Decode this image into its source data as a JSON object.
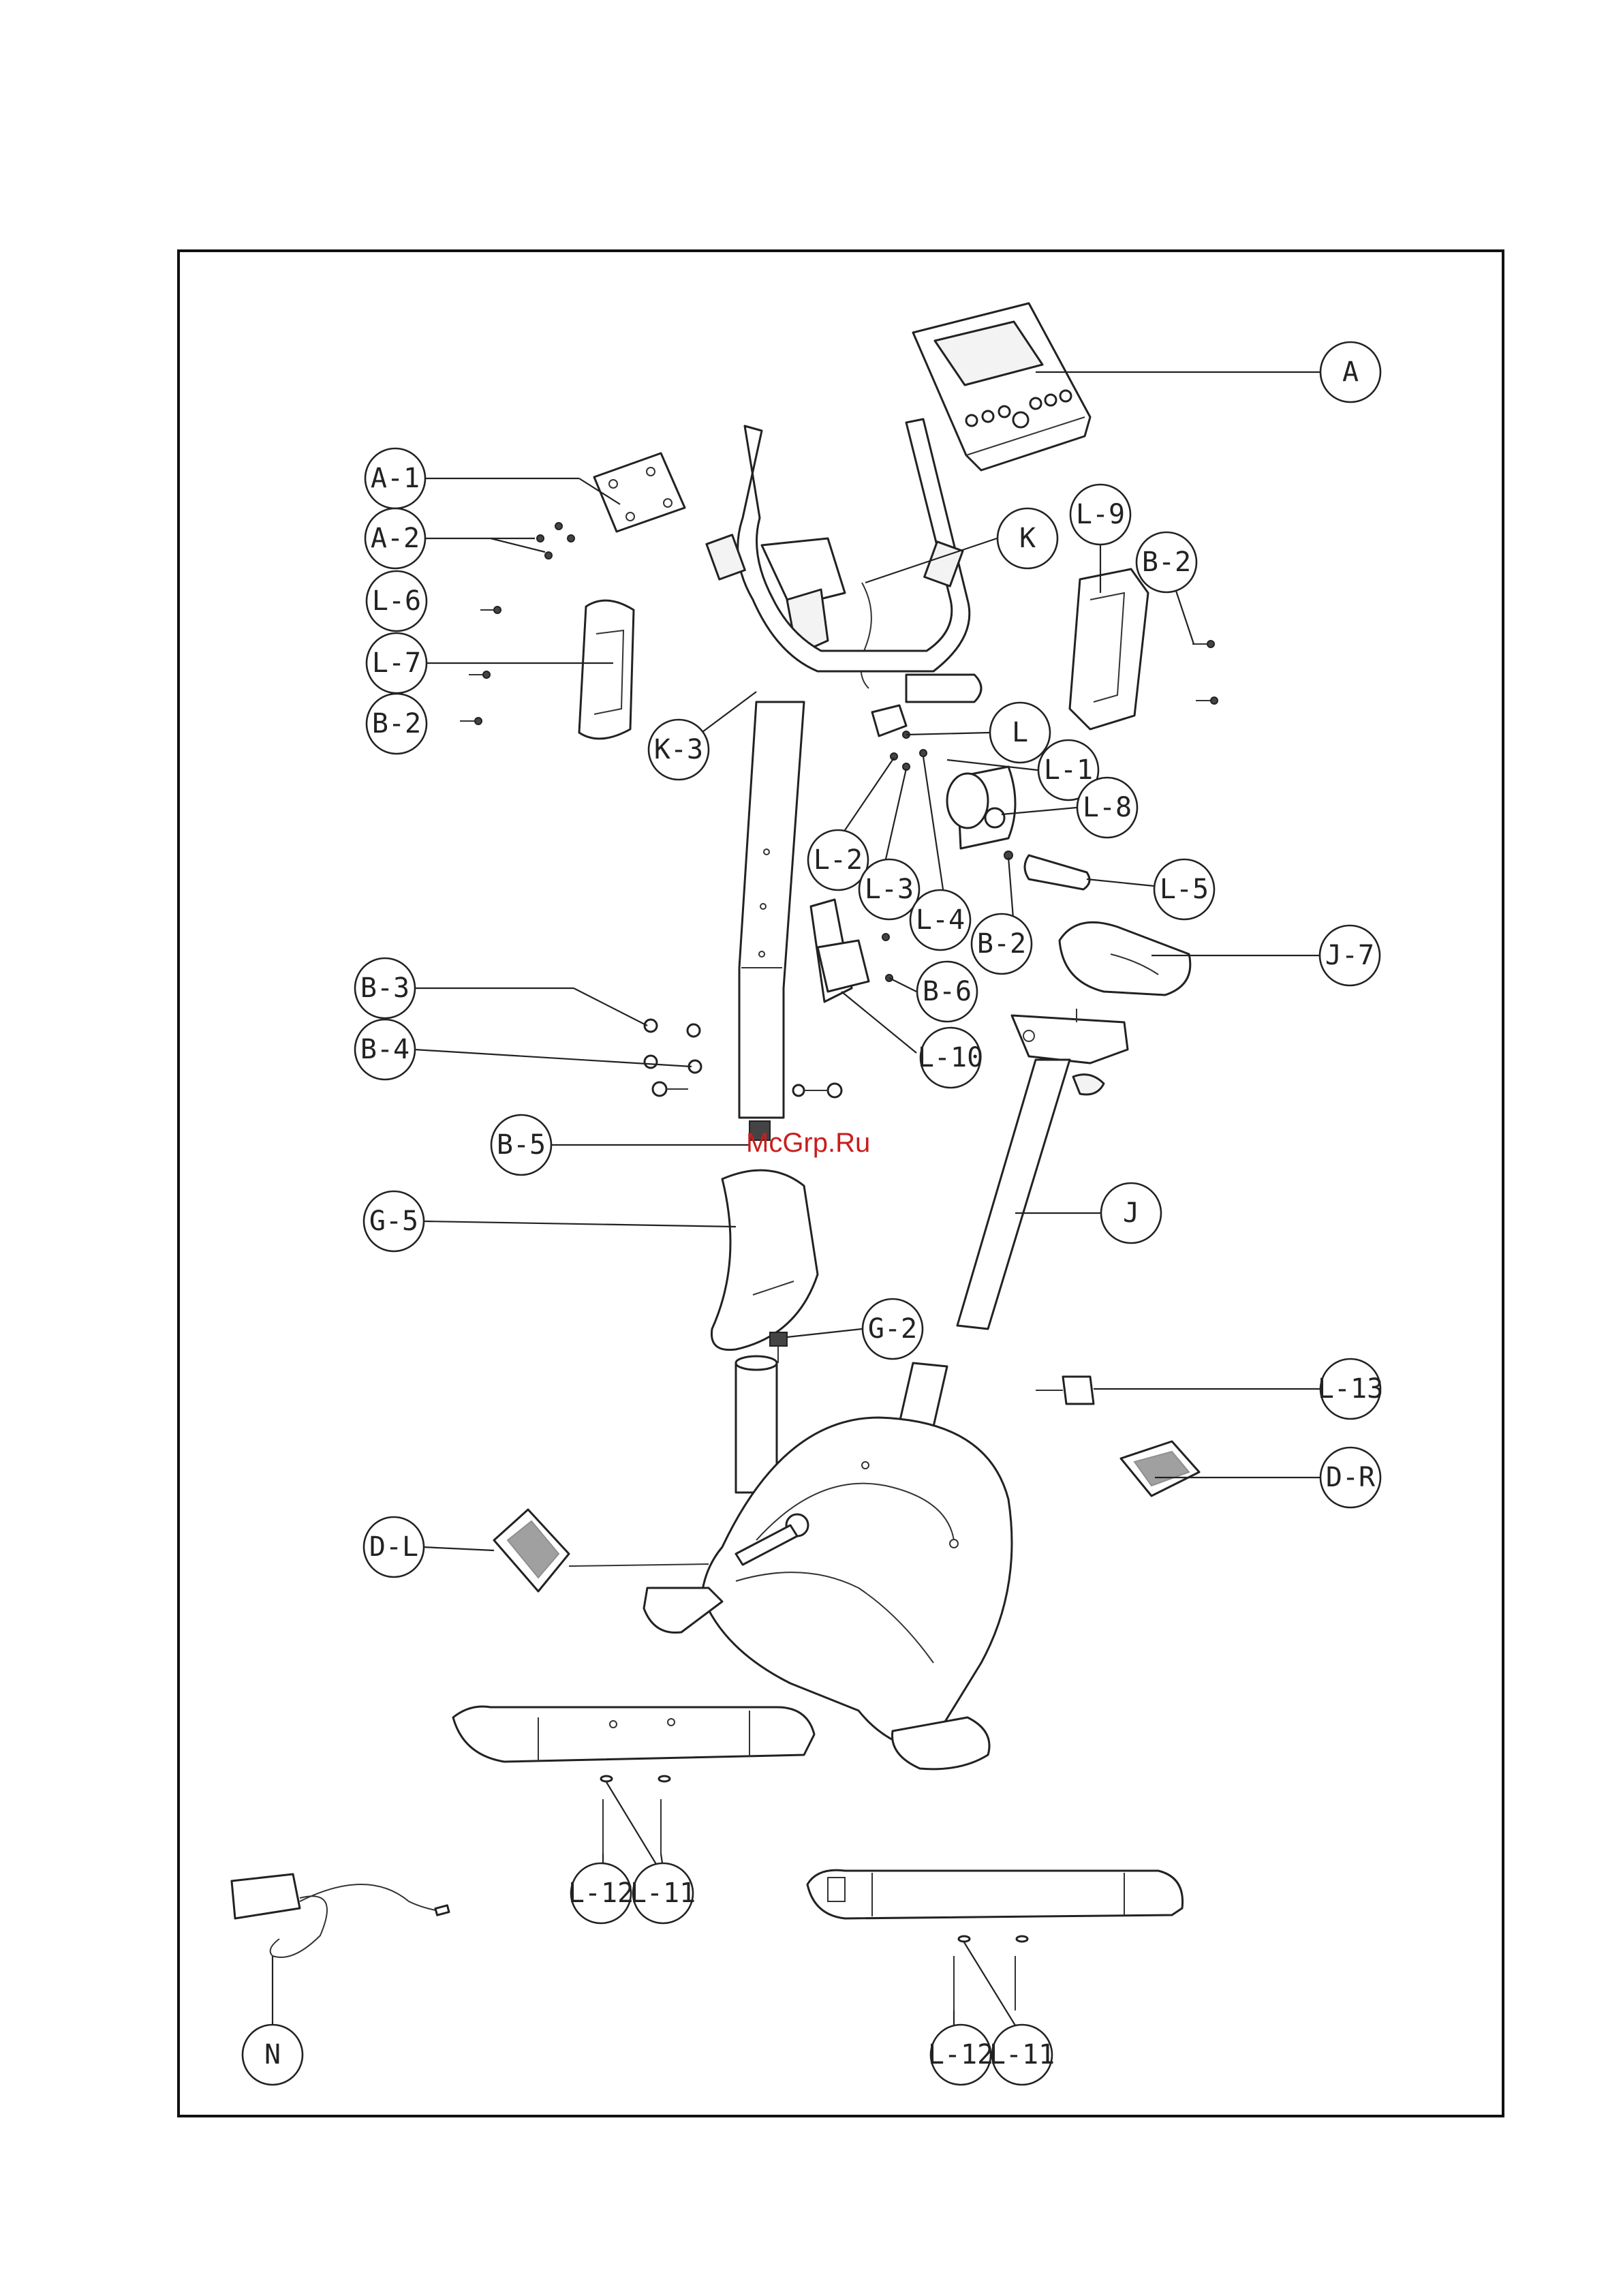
{
  "watermark": "McGrp.Ru",
  "callouts": [
    {
      "id": "A",
      "label": "A"
    },
    {
      "id": "A-1",
      "label": "A-1"
    },
    {
      "id": "A-2",
      "label": "A-2"
    },
    {
      "id": "K",
      "label": "K"
    },
    {
      "id": "L-9",
      "label": "L-9"
    },
    {
      "id": "B-2-top",
      "label": "B-2"
    },
    {
      "id": "L-6",
      "label": "L-6"
    },
    {
      "id": "L-7",
      "label": "L-7"
    },
    {
      "id": "B-2-left",
      "label": "B-2"
    },
    {
      "id": "K-3",
      "label": "K-3"
    },
    {
      "id": "L",
      "label": "L"
    },
    {
      "id": "L-1",
      "label": "L-1"
    },
    {
      "id": "L-8",
      "label": "L-8"
    },
    {
      "id": "L-2",
      "label": "L-2"
    },
    {
      "id": "L-3",
      "label": "L-3"
    },
    {
      "id": "L-4",
      "label": "L-4"
    },
    {
      "id": "B-2-mid",
      "label": "B-2"
    },
    {
      "id": "L-5",
      "label": "L-5"
    },
    {
      "id": "J-7",
      "label": "J-7"
    },
    {
      "id": "B-6",
      "label": "B-6"
    },
    {
      "id": "L-10",
      "label": "L-10"
    },
    {
      "id": "B-3",
      "label": "B-3"
    },
    {
      "id": "B-4",
      "label": "B-4"
    },
    {
      "id": "B-5",
      "label": "B-5"
    },
    {
      "id": "G-5",
      "label": "G-5"
    },
    {
      "id": "J",
      "label": "J"
    },
    {
      "id": "G-2",
      "label": "G-2"
    },
    {
      "id": "L-13",
      "label": "L-13"
    },
    {
      "id": "D-R",
      "label": "D-R"
    },
    {
      "id": "D-L",
      "label": "D-L"
    },
    {
      "id": "L-12-front",
      "label": "L-12"
    },
    {
      "id": "L-11-front",
      "label": "L-11"
    },
    {
      "id": "N",
      "label": "N"
    },
    {
      "id": "L-12-rear",
      "label": "L-12"
    },
    {
      "id": "L-11-rear",
      "label": "L-11"
    }
  ]
}
